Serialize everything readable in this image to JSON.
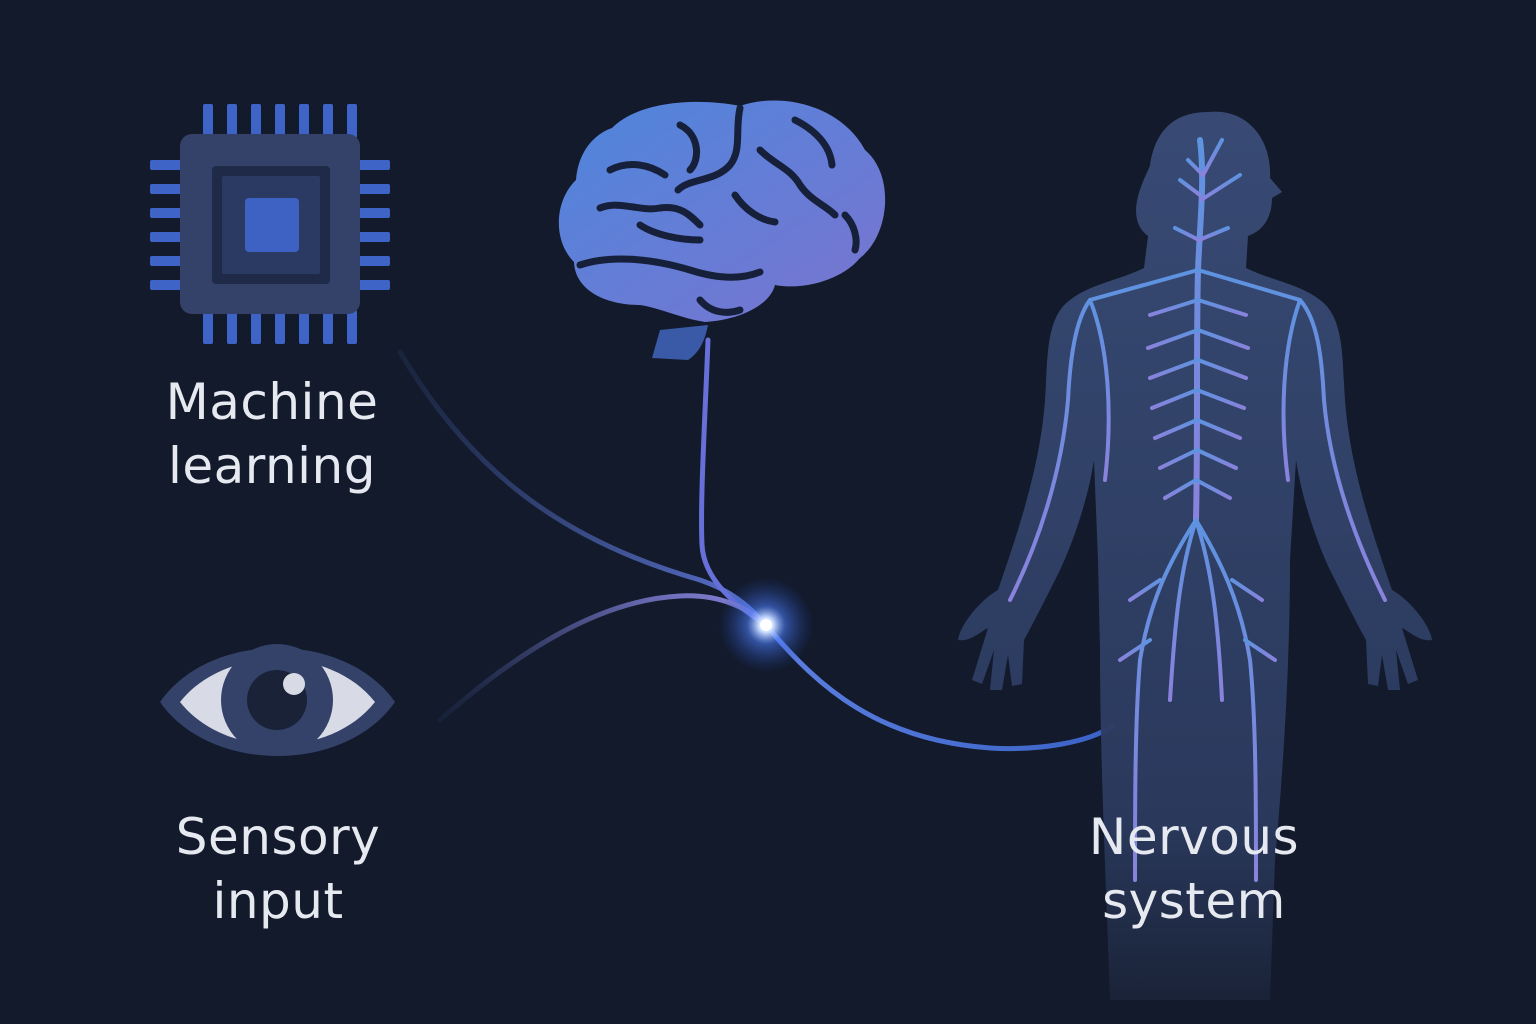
{
  "labels": {
    "machine_learning": {
      "line1": "Machine",
      "line2": "learning"
    },
    "sensory_input": {
      "line1": "Sensory",
      "line2": "input"
    },
    "nervous_system": {
      "line1": "Nervous",
      "line2": "system"
    }
  },
  "icons": {
    "chip": "cpu-chip-icon",
    "eye": "eye-icon",
    "brain": "brain-icon",
    "body": "human-nervous-system-icon"
  },
  "colors": {
    "background": "#121a2b",
    "accent_blue": "#4a78d8",
    "accent_violet": "#7b7fd6",
    "icon_fill": "#34426a",
    "text": "#e6e9f0"
  }
}
